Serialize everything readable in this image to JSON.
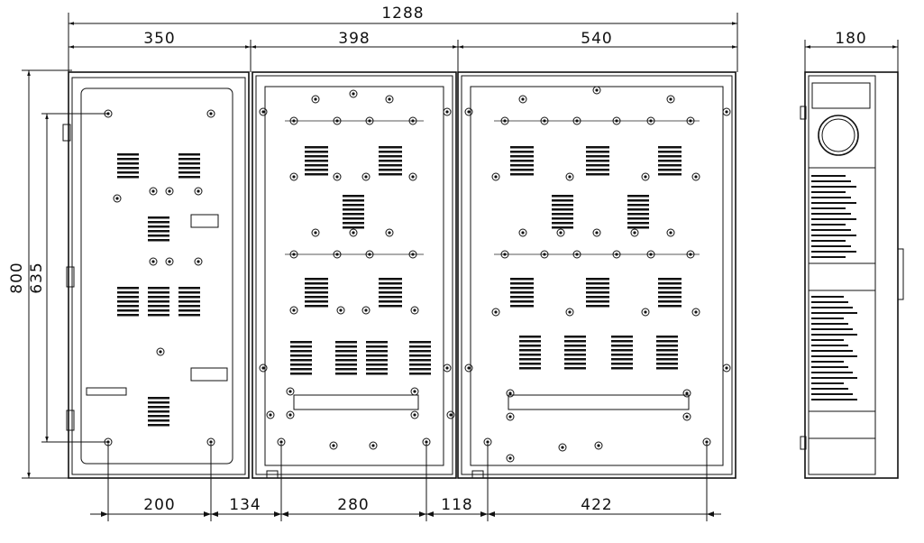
{
  "dimensions": {
    "overall_width": "1288",
    "left_panel_width": "350",
    "middle_panel_width": "398",
    "right_panel_width": "540",
    "side_view_depth": "180",
    "overall_height": "800",
    "inner_height": "635",
    "bottom_left_spacing": "200",
    "bottom_gap_1": "134",
    "bottom_middle_spacing": "280",
    "bottom_gap_2": "118",
    "bottom_right_spacing": "422"
  }
}
